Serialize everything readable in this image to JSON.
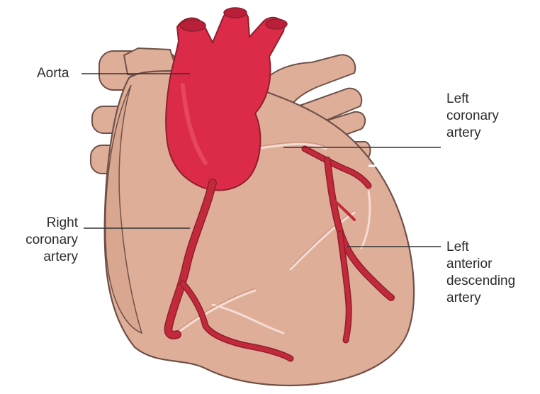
{
  "labels": {
    "aorta": "Aorta",
    "right_coronary_artery": [
      "Right",
      "coronary",
      "artery"
    ],
    "left_coronary_artery": [
      "Left",
      "coronary",
      "artery"
    ],
    "left_anterior_descending_artery": [
      "Left",
      "anterior",
      "descending",
      "artery"
    ]
  },
  "colors": {
    "heart_tissue": "#dfae98",
    "heart_outline": "#6f5148",
    "aorta": "#dc2b48",
    "coronary_artery": "#c22a3b",
    "artery_outline": "#8e1f2c",
    "vein": "#f3dcd3",
    "leader_line": "#333333"
  }
}
